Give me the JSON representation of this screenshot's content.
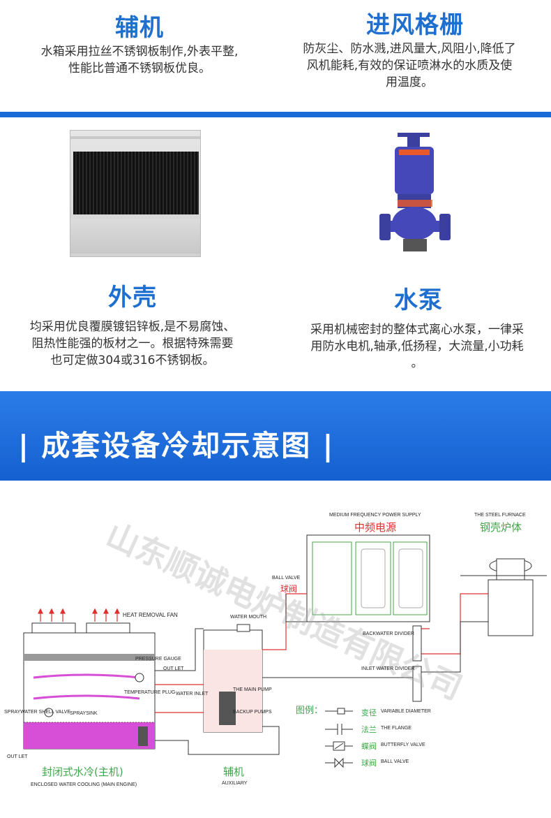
{
  "features": {
    "aux": {
      "title": "辅机",
      "text": "水箱采用拉丝不锈钢板制作,外表平整,\n性能比普通不锈钢板优良。"
    },
    "grille": {
      "title": "进风格栅",
      "text": "防灰尘、防水溅,进风量大,风阻小,降低了\n风机能耗,有效的保证喷淋水的水质及使\n用温度。"
    },
    "shell": {
      "title": "外壳",
      "text": "均采用优良覆膜镀铝锌板,是不易腐蚀、\n阻热性能强的板材之一。根据特殊需要\n也可定做304或316不锈钢板。"
    },
    "pump": {
      "title": "水泵",
      "text": "采用机械密封的整体式离心水泵，一律采\n用防水电机,轴承,低扬程，大流量,小功耗\n。"
    }
  },
  "banner": {
    "title": "| 成套设备冷却示意图 |"
  },
  "diagram": {
    "watermark": "山东顺诚电炉制造有限公司",
    "power_supply_en": "MEDIUM FREQUENCY POWER SUPPLY",
    "power_supply_cn": "中频电源",
    "furnace_en": "THE STEEL FURNACE",
    "furnace_cn": "钢壳炉体",
    "ball_valve_en": "BALL VALVE",
    "ball_valve_cn": "球阀",
    "heat_removal_fan": "HEAT REMOVAL FAN",
    "pressure_gauge": "PRESSURE GAUGE",
    "temperature_plug": "TEMPERATURE PLUG",
    "outlet_top": "OUT LET",
    "water_inlet": "WATER INLET",
    "water_mouth": "WATER MOUTH",
    "main_pump": "THE MAIN PUMP",
    "backup_pumps": "BACKUP PUMPS",
    "spray_water_shell": "SPRAYWATER SHELL VALVE",
    "spray_sink": "SPRAYSINK",
    "outlet_bottom": "OUT LET",
    "backwater_divider": "BACKWATER DIVIDER",
    "inlet_water_divider": "INLET WATER DIVIDER",
    "legend_title": "图例：",
    "legend": [
      {
        "cn": "变径",
        "en": "VARIABLE DIAMETER"
      },
      {
        "cn": "法兰",
        "en": "THE FLANGE"
      },
      {
        "cn": "蝶阀",
        "en": "BUTTERFLY VALVE"
      },
      {
        "cn": "球阀",
        "en": "BALL VALVE"
      }
    ],
    "main_unit_cn": "封闭式水冷(主机)",
    "main_unit_en": "ENCLOSED WATER COOLING (MAIN ENGINE)",
    "aux_cn": "辅机",
    "aux_en": "AUXILIARY"
  },
  "colors": {
    "accent": "#1f6fd0",
    "pipe_red": "#e03030",
    "label_green": "#3fa64a",
    "water_pink": "#d64fd6"
  }
}
